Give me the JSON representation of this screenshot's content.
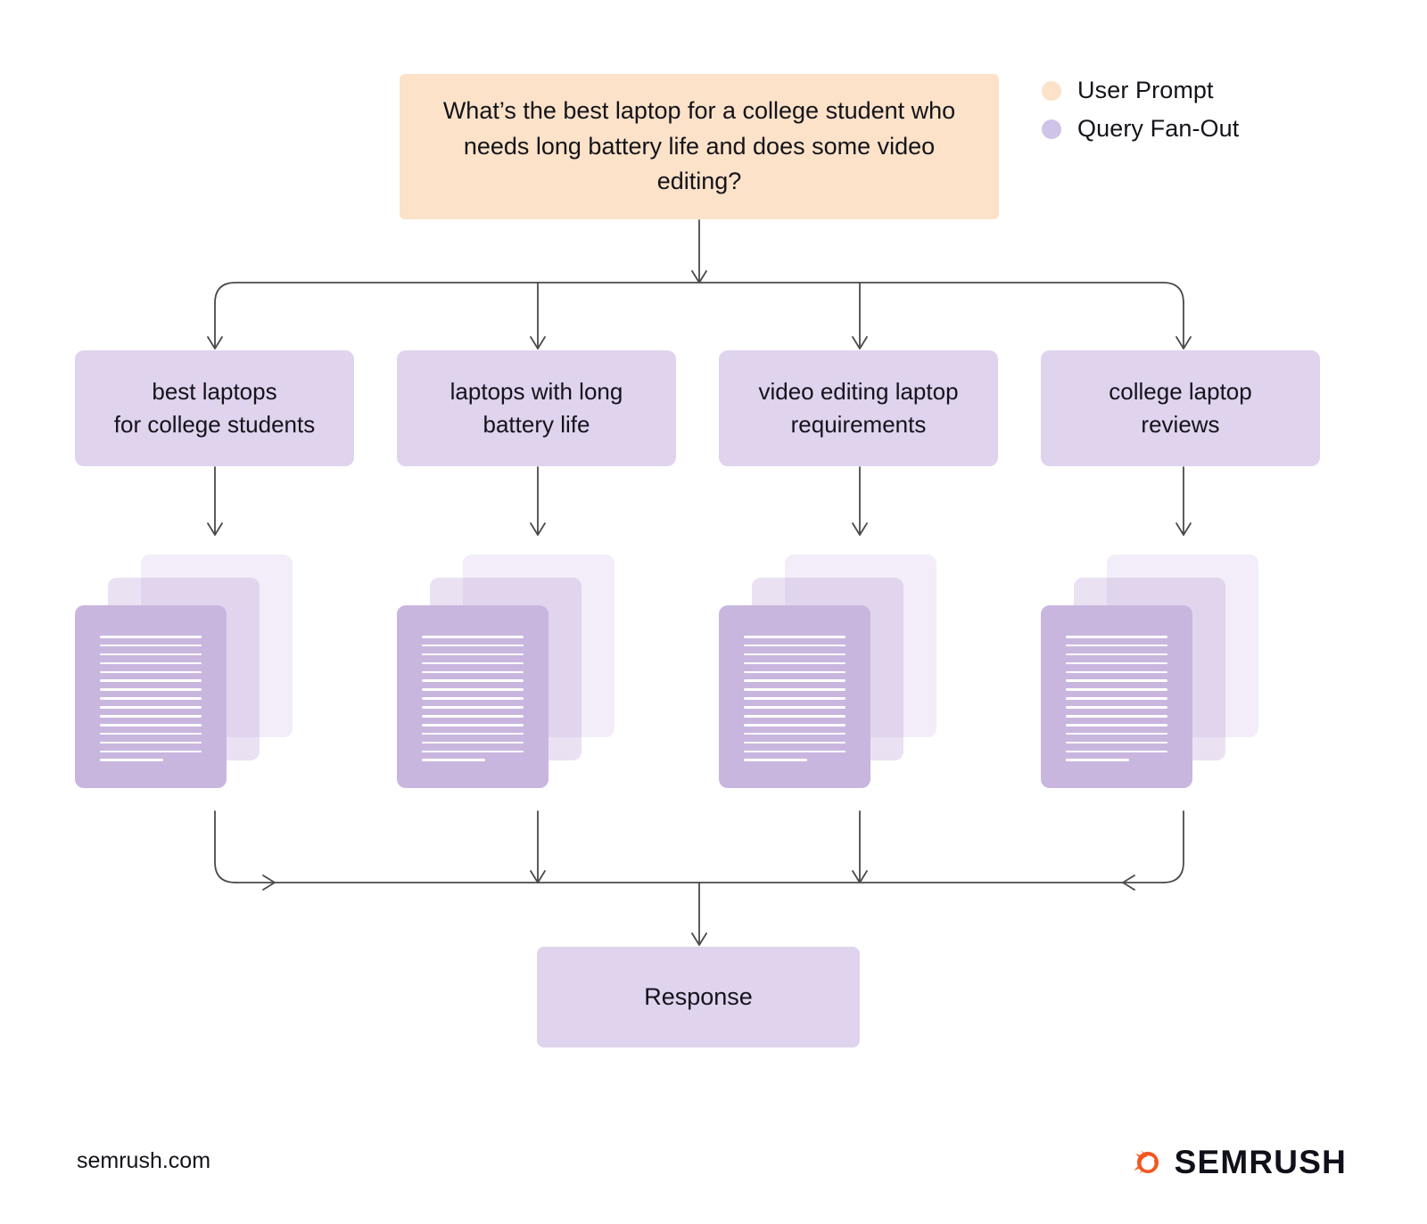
{
  "legend": {
    "items": [
      {
        "label": "User Prompt",
        "color": "#FBE2C8",
        "icon": "legend-dot-icon"
      },
      {
        "label": "Query Fan-Out",
        "color": "#CFC3E8",
        "icon": "legend-dot-icon"
      }
    ]
  },
  "prompt": {
    "text": "What’s the best laptop for a college student who needs long battery life and does some video editing?",
    "color": "#FBE2C8"
  },
  "queries": [
    {
      "line1": "best laptops",
      "line2": "for college students",
      "text": "best laptops for college students"
    },
    {
      "line1": "laptops with long",
      "line2": "battery life",
      "text": "laptops with long battery life"
    },
    {
      "line1": "video editing laptop",
      "line2": "requirements",
      "text": "video editing laptop requirements"
    },
    {
      "line1": "college laptop",
      "line2": "reviews",
      "text": "college laptop reviews"
    }
  ],
  "query_color": "#DFD3EE",
  "documents": {
    "sheets_per_stack": 3,
    "text_lines_per_sheet": 15,
    "front_color": "#C8B6DF",
    "stacks": [
      {
        "for_query": "best laptops for college students"
      },
      {
        "for_query": "laptops with long battery life"
      },
      {
        "for_query": "video editing laptop requirements"
      },
      {
        "for_query": "college laptop reviews"
      }
    ]
  },
  "response": {
    "label": "Response",
    "color": "#DFD3EE"
  },
  "connector_color": "#4a4a4a",
  "footer": {
    "url": "semrush.com",
    "brand": "SEMRUSH",
    "brand_mark_color": "#FF642D",
    "brand_mark_icon": "semrush-comet-icon"
  }
}
